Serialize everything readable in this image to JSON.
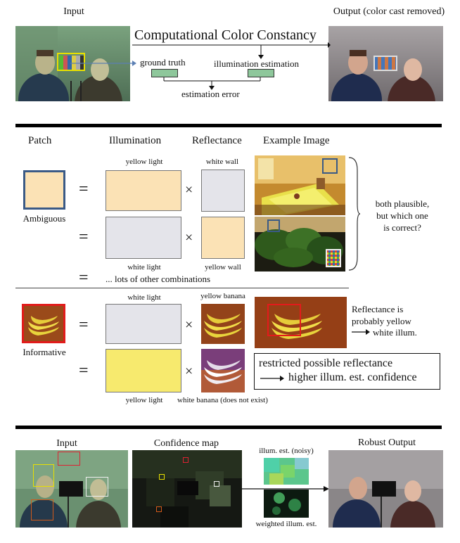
{
  "top": {
    "input_label": "Input",
    "output_label": "Output (color cast removed)",
    "title": "Computational Color Constancy",
    "ground_truth": "ground truth",
    "illumination_estimation": "illumination estimation",
    "estimation_error": "estimation error"
  },
  "middle": {
    "headers": {
      "patch": "Patch",
      "illumination": "Illumination",
      "reflectance": "Reflectance",
      "example": "Example Image"
    },
    "ambiguous_label": "Ambiguous",
    "row1": {
      "illum_caption": "yellow light",
      "refl_caption": "white wall"
    },
    "row2": {
      "illum_caption": "white light",
      "refl_caption": "yellow wall"
    },
    "other_combinations": "... lots of other combinations",
    "brace_note": [
      "both plausible,",
      "but which one",
      "is correct?"
    ],
    "informative_label": "Informative",
    "row3": {
      "illum_caption": "white light",
      "refl_caption": "yellow banana"
    },
    "row4": {
      "illum_caption": "yellow light",
      "refl_caption": "white banana (does not exist)"
    },
    "reflectance_note": [
      "Reflectance is",
      "probably yellow",
      "white illum."
    ],
    "box_line1": "restricted possible reflectance",
    "box_line2": "higher illum. est. confidence",
    "equals": "=",
    "times": "×"
  },
  "bottom": {
    "input_label": "Input",
    "confidence_label": "Confidence map",
    "noisy_label": "illum. est. (noisy)",
    "weighted_label": "weighted illum. est.",
    "robust_label": "Robust Output"
  },
  "colors": {
    "yellow_swatch": "#fbe2b5",
    "white_swatch": "#e4e4ea",
    "banana_yellow": "#f7ea6e",
    "patch_border_blue": "#3a5a86",
    "patch_border_red": "#e21b1b",
    "estimate_green": "#8ec79b"
  }
}
